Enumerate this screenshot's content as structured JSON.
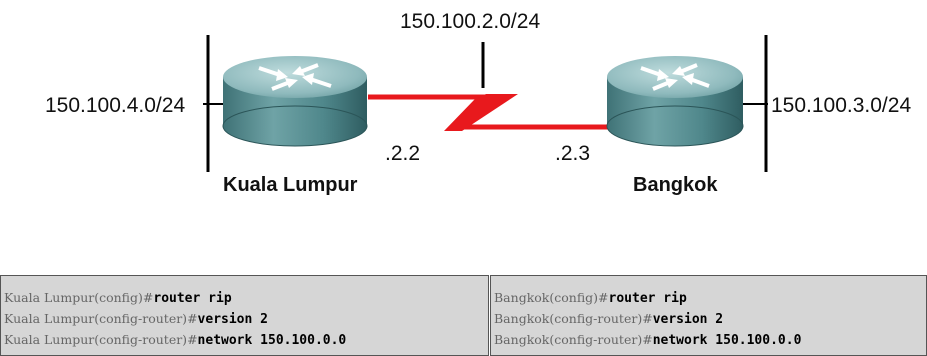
{
  "diagram": {
    "networks": {
      "top": "150.100.2.0/24",
      "left": "150.100.4.0/24",
      "right": "150.100.3.0/24"
    },
    "interfaces": {
      "kl": ".2.2",
      "bk": ".2.3"
    },
    "routers": {
      "kl": "Kuala Lumpur",
      "bk": "Bangkok"
    },
    "colors": {
      "link": "#e8191d",
      "router_body": "#5b8f93",
      "router_top": "#9cc4c6"
    },
    "icons": [
      "router-icon",
      "router-icon"
    ]
  },
  "cli": {
    "kuala_lumpur": [
      {
        "prompt": "Kuala Lumpur(config)#",
        "cmd": "router rip"
      },
      {
        "prompt": "Kuala Lumpur(config-router)#",
        "cmd": "version 2"
      },
      {
        "prompt": "Kuala Lumpur(config-router)#",
        "cmd": "network 150.100.0.0"
      }
    ],
    "bangkok": [
      {
        "prompt": "Bangkok(config)#",
        "cmd": "router rip"
      },
      {
        "prompt": "Bangkok(config-router)#",
        "cmd": "version 2"
      },
      {
        "prompt": "Bangkok(config-router)#",
        "cmd": "network 150.100.0.0"
      }
    ]
  }
}
